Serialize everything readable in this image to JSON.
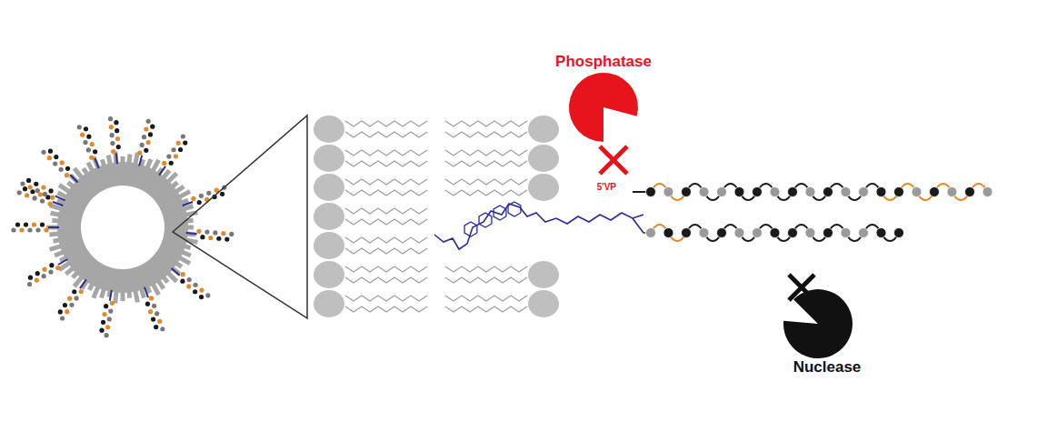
{
  "diagram": {
    "labels": [
      "Phosphatase",
      "5'VP",
      "Nuclease"
    ]
  }
}
